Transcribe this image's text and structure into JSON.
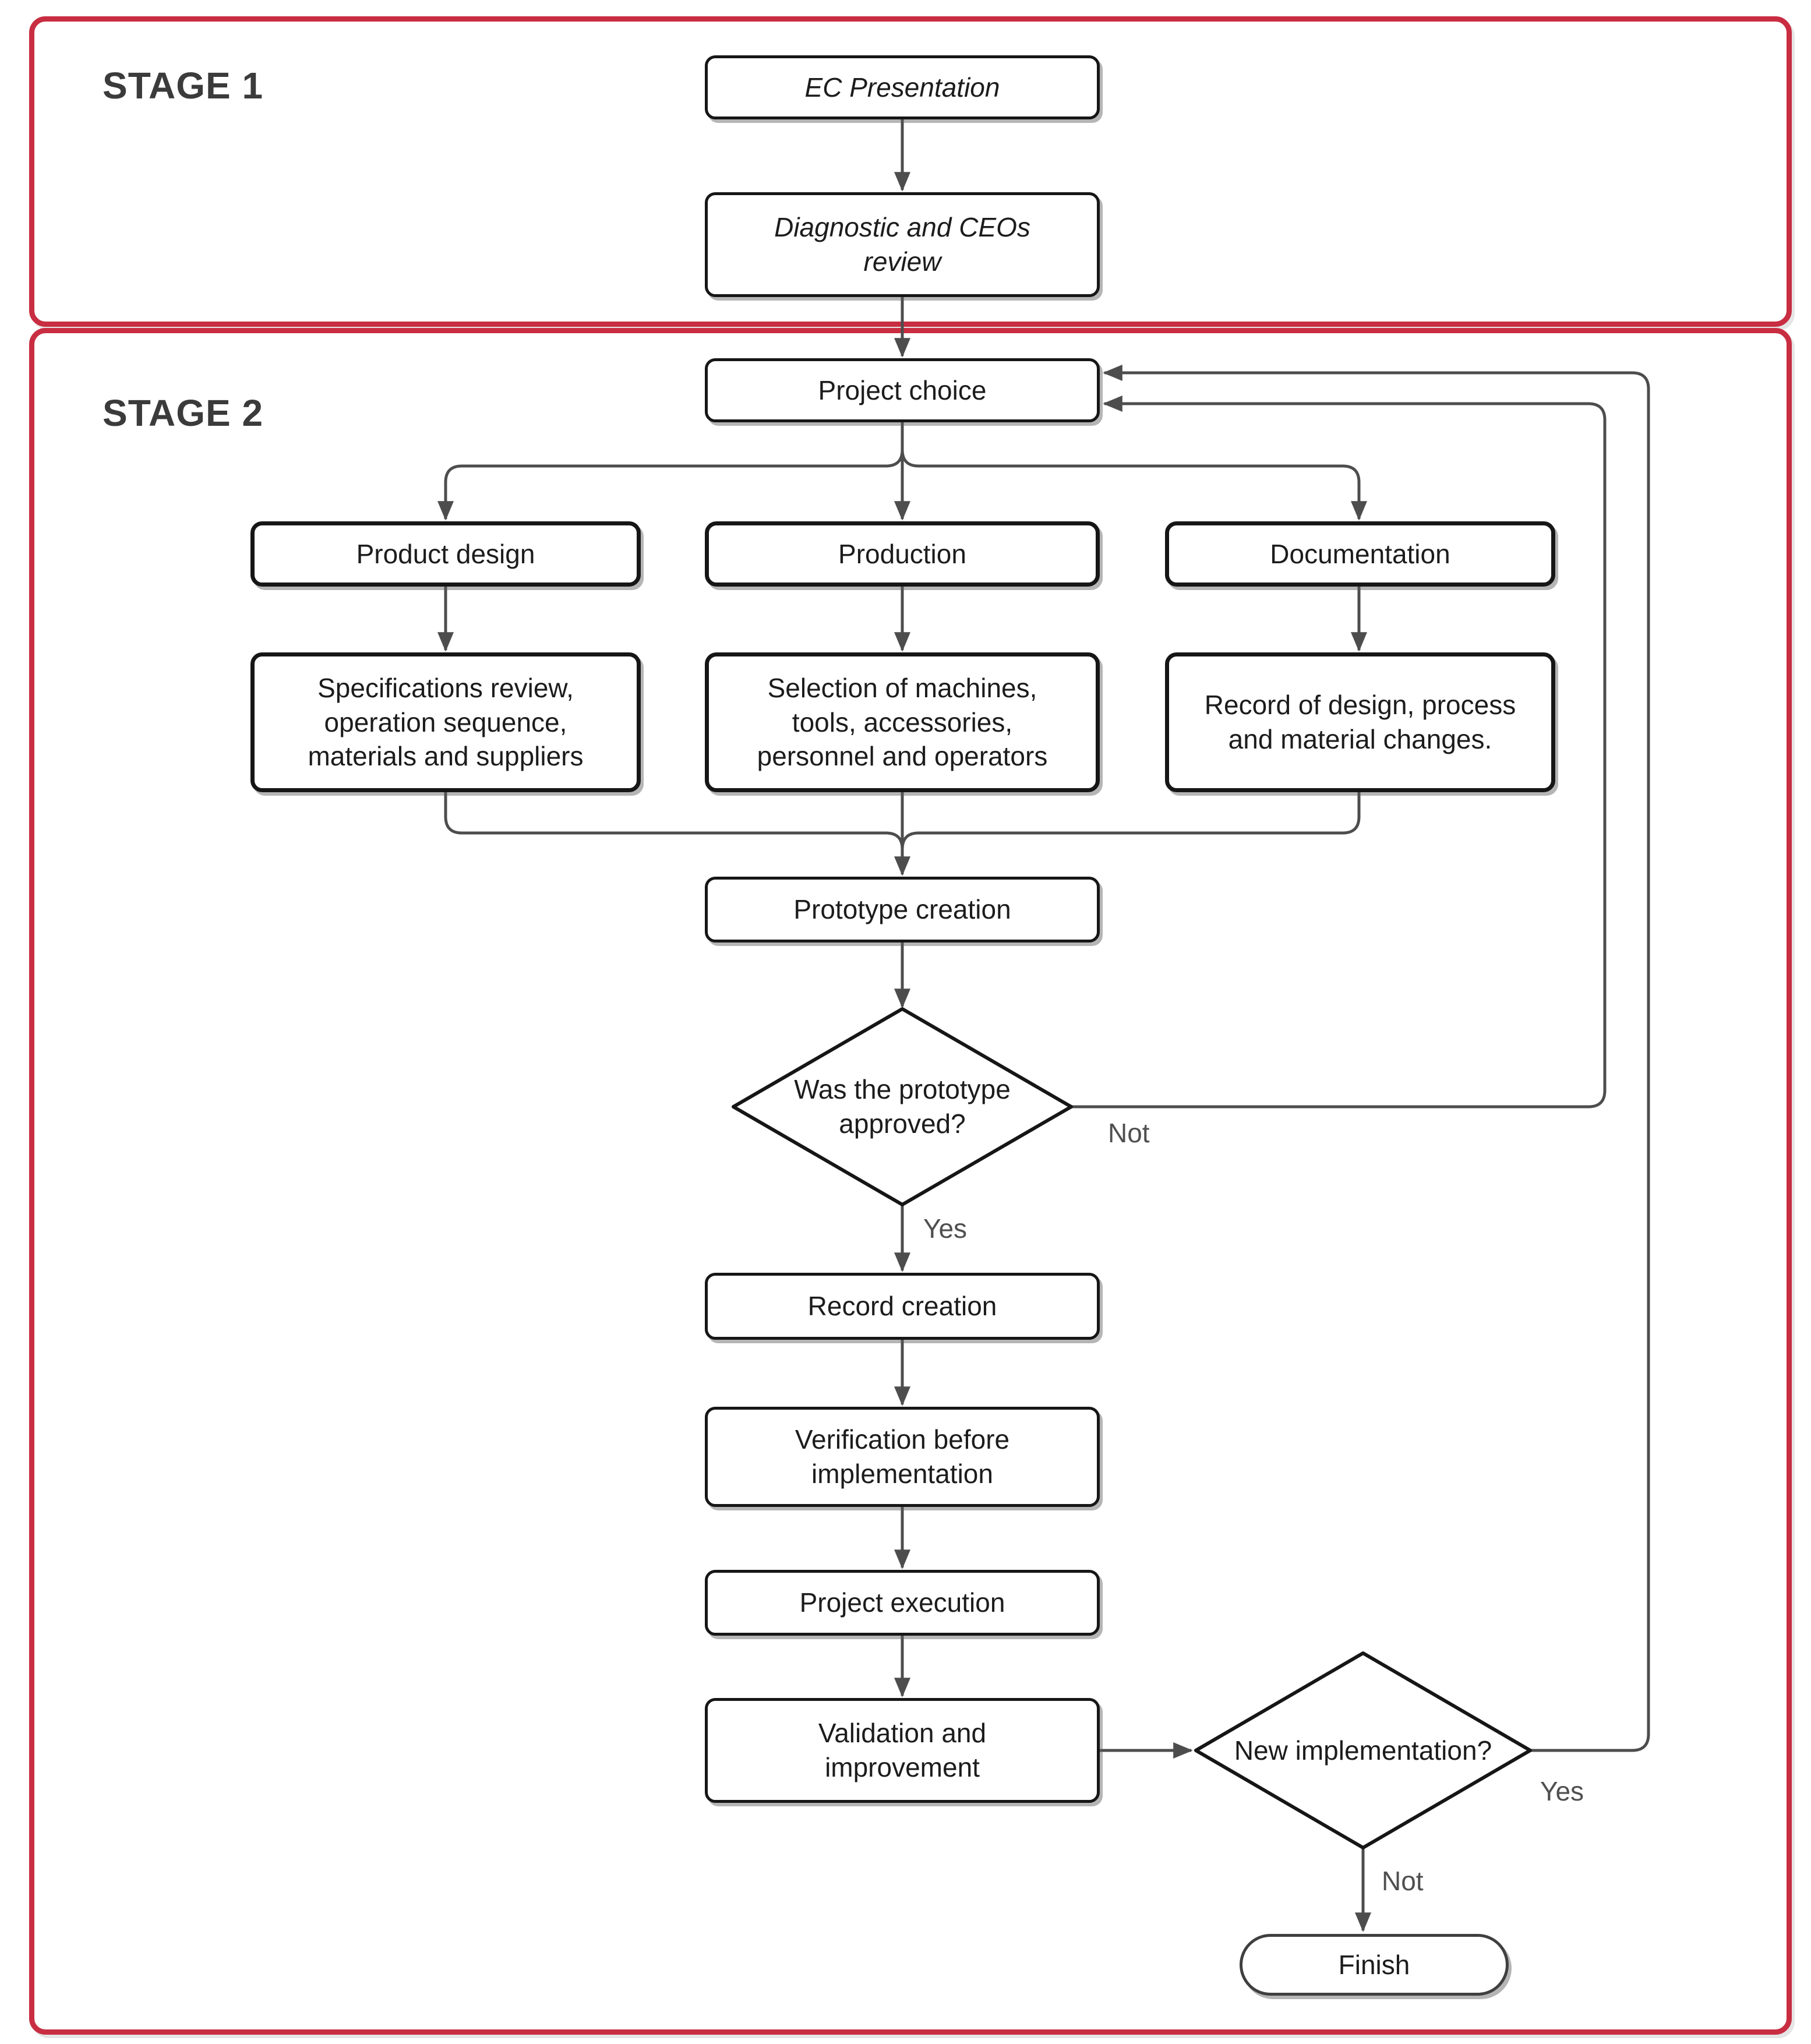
{
  "stages": {
    "stage1": {
      "label": "STAGE 1"
    },
    "stage2": {
      "label": "STAGE 2"
    }
  },
  "nodes": {
    "ec_presentation": {
      "label": "EC Presentation"
    },
    "diagnostic_review": {
      "label": "Diagnostic and CEOs\nreview"
    },
    "project_choice": {
      "label": "Project choice"
    },
    "product_design": {
      "label": "Product design"
    },
    "production": {
      "label": "Production"
    },
    "documentation": {
      "label": "Documentation"
    },
    "specifications": {
      "label": "Specifications review,\noperation sequence,\nmaterials and suppliers"
    },
    "selection": {
      "label": "Selection of machines,\ntools, accessories,\npersonnel and operators"
    },
    "record_changes": {
      "label": "Record of design, process\nand material changes."
    },
    "prototype_creation": {
      "label": "Prototype creation"
    },
    "prototype_approved": {
      "label": "Was the prototype\napproved?"
    },
    "record_creation": {
      "label": "Record creation"
    },
    "verification": {
      "label": "Verification before\nimplementation"
    },
    "project_execution": {
      "label": "Project execution"
    },
    "validation": {
      "label": "Validation and\nimprovement"
    },
    "new_implementation": {
      "label": "New implementation?"
    },
    "finish": {
      "label": "Finish"
    }
  },
  "edge_labels": {
    "prototype_not": "Not",
    "prototype_yes": "Yes",
    "new_impl_yes": "Yes",
    "new_impl_not": "Not"
  },
  "colors": {
    "stage_border": "#c82d41",
    "node_border": "#161616",
    "connector": "#4d4d4d",
    "node_text": "#1c1c1c",
    "edge_label_text": "#4f4f4f",
    "background": "#ffffff"
  }
}
